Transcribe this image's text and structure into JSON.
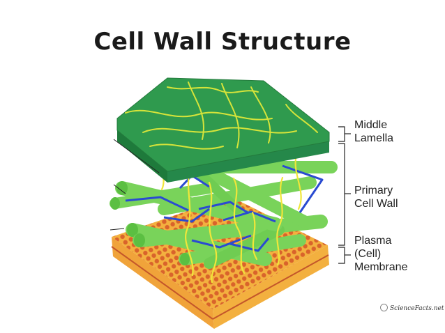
{
  "title": "Cell Wall Structure",
  "labels": {
    "middle_lamella": "Middle\nLamella",
    "primary_cell_wall": "Primary\nCell Wall",
    "plasma_membrane": "Plasma\n(Cell)\nMembrane"
  },
  "watermark": "ScienceFacts.net",
  "colors": {
    "lamella_top": "#2f9a4e",
    "lamella_side": "#1d7a3a",
    "fibril": "#79d35a",
    "fibril_end": "#5bbf42",
    "hemicellulose": "#2a4bd1",
    "pectin": "#f0e63a",
    "membrane_head": "#d9632b",
    "membrane_tail": "#f3b03f"
  }
}
